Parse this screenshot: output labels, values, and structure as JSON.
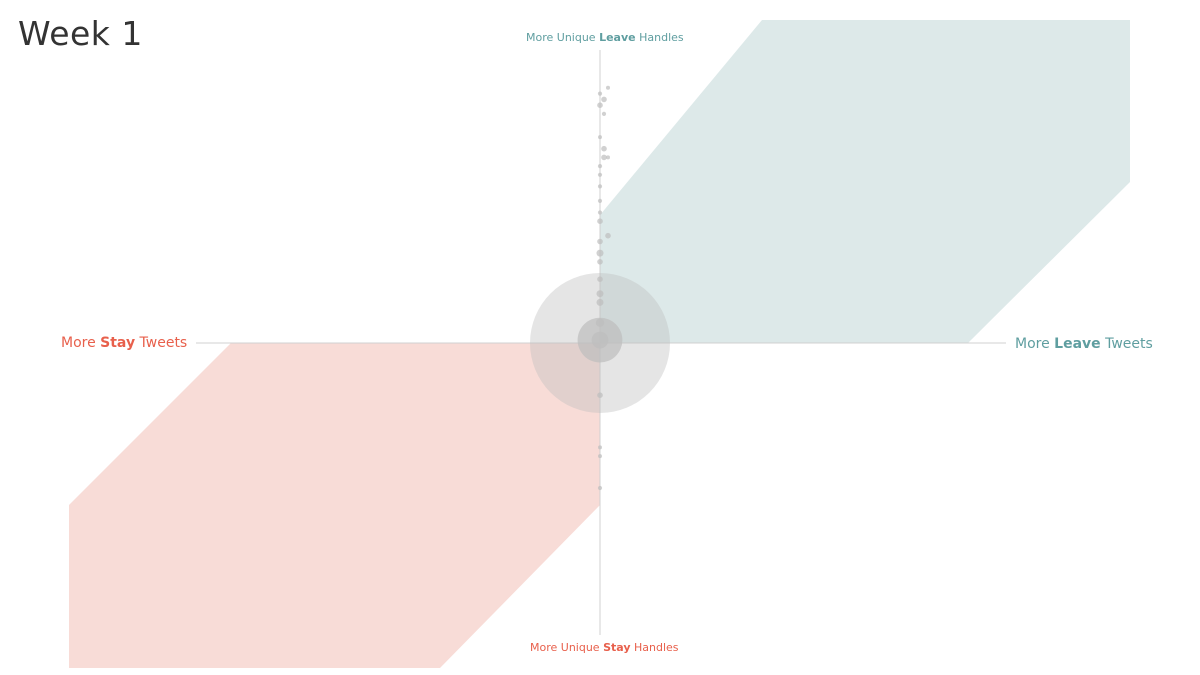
{
  "title": "Week 1",
  "colors": {
    "leave": "#5f9ea0",
    "stay": "#e8604c",
    "leave_region": "#dde9e9",
    "stay_region": "#f8dcd7",
    "bubble": "#bdbdbd",
    "axis": "#d0d0d0"
  },
  "axes": {
    "top": {
      "pre": "More Unique ",
      "bold": "Leave",
      "post": " Handles"
    },
    "bottom": {
      "pre": "More Unique ",
      "bold": "Stay",
      "post": " Handles"
    },
    "left": {
      "pre": "More ",
      "bold": "Stay",
      "post": " Tweets"
    },
    "right": {
      "pre": "More ",
      "bold": "Leave",
      "post": " Tweets"
    }
  },
  "chart_data": {
    "type": "scatter",
    "title": "Week 1",
    "xlabel_left": "More Stay Tweets",
    "xlabel_right": "More Leave Tweets",
    "ylabel_top": "More Unique Leave Handles",
    "ylabel_bottom": "More Unique Stay Handles",
    "xlim": [
      -1,
      1
    ],
    "ylim": [
      -1,
      1
    ],
    "grid": false,
    "points": [
      {
        "x": 0.0,
        "y": 0.0,
        "r": 1.0
      },
      {
        "x": 0.0,
        "y": 0.01,
        "r": 0.32
      },
      {
        "x": 0.0,
        "y": 0.01,
        "r": 0.12
      },
      {
        "x": 0.0,
        "y": 0.07,
        "r": 0.06
      },
      {
        "x": 0.0,
        "y": 0.14,
        "r": 0.05
      },
      {
        "x": 0.0,
        "y": 0.17,
        "r": 0.05
      },
      {
        "x": 0.0,
        "y": 0.22,
        "r": 0.04
      },
      {
        "x": 0.0,
        "y": 0.28,
        "r": 0.04
      },
      {
        "x": 0.0,
        "y": 0.31,
        "r": 0.05
      },
      {
        "x": 0.0,
        "y": 0.35,
        "r": 0.04
      },
      {
        "x": 0.02,
        "y": 0.37,
        "r": 0.04
      },
      {
        "x": 0.0,
        "y": 0.42,
        "r": 0.04
      },
      {
        "x": 0.0,
        "y": 0.45,
        "r": 0.03
      },
      {
        "x": 0.0,
        "y": 0.49,
        "r": 0.03
      },
      {
        "x": 0.0,
        "y": 0.54,
        "r": 0.03
      },
      {
        "x": 0.0,
        "y": 0.58,
        "r": 0.03
      },
      {
        "x": 0.0,
        "y": 0.61,
        "r": 0.03
      },
      {
        "x": 0.01,
        "y": 0.64,
        "r": 0.04
      },
      {
        "x": 0.01,
        "y": 0.67,
        "r": 0.04
      },
      {
        "x": 0.0,
        "y": 0.71,
        "r": 0.02
      },
      {
        "x": 0.01,
        "y": 0.79,
        "r": 0.03
      },
      {
        "x": 0.0,
        "y": 0.82,
        "r": 0.04
      },
      {
        "x": 0.01,
        "y": 0.84,
        "r": 0.04
      },
      {
        "x": 0.0,
        "y": 0.86,
        "r": 0.03
      },
      {
        "x": 0.02,
        "y": 0.88,
        "r": 0.02
      },
      {
        "x": 0.02,
        "y": 0.64,
        "r": 0.02
      },
      {
        "x": 0.0,
        "y": -0.18,
        "r": 0.04
      },
      {
        "x": 0.0,
        "y": -0.36,
        "r": 0.02
      },
      {
        "x": 0.0,
        "y": -0.39,
        "r": 0.02
      },
      {
        "x": 0.0,
        "y": -0.5,
        "r": 0.03
      }
    ]
  }
}
